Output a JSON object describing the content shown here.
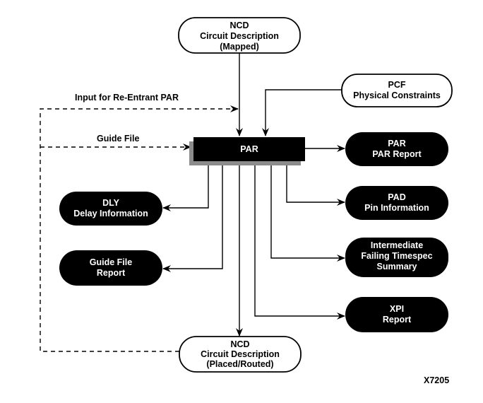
{
  "diagram": {
    "nodes": {
      "ncd_mapped": {
        "lines": [
          "NCD",
          "Circuit Description",
          "(Mapped)"
        ],
        "style": "outline"
      },
      "pcf": {
        "lines": [
          "PCF",
          "Physical Constraints"
        ],
        "style": "outline"
      },
      "par": {
        "lines": [
          "PAR"
        ],
        "style": "process"
      },
      "par_report": {
        "lines": [
          "PAR",
          "PAR Report"
        ],
        "style": "filled"
      },
      "pad": {
        "lines": [
          "PAD",
          "Pin Information"
        ],
        "style": "filled"
      },
      "intermediate": {
        "lines": [
          "Intermediate",
          "Failing Timespec",
          "Summary"
        ],
        "style": "filled"
      },
      "xpi": {
        "lines": [
          "XPI",
          "Report"
        ],
        "style": "filled"
      },
      "dly": {
        "lines": [
          "DLY",
          "Delay Information"
        ],
        "style": "filled"
      },
      "guide_report": {
        "lines": [
          "Guide File",
          "Report"
        ],
        "style": "filled"
      },
      "ncd_routed": {
        "lines": [
          "NCD",
          "Circuit Description",
          "(Placed/Routed)"
        ],
        "style": "outline"
      }
    },
    "edge_labels": {
      "reentrant": "Input for Re-Entrant PAR",
      "guide": "Guide File"
    },
    "figure_id": "X7205"
  }
}
